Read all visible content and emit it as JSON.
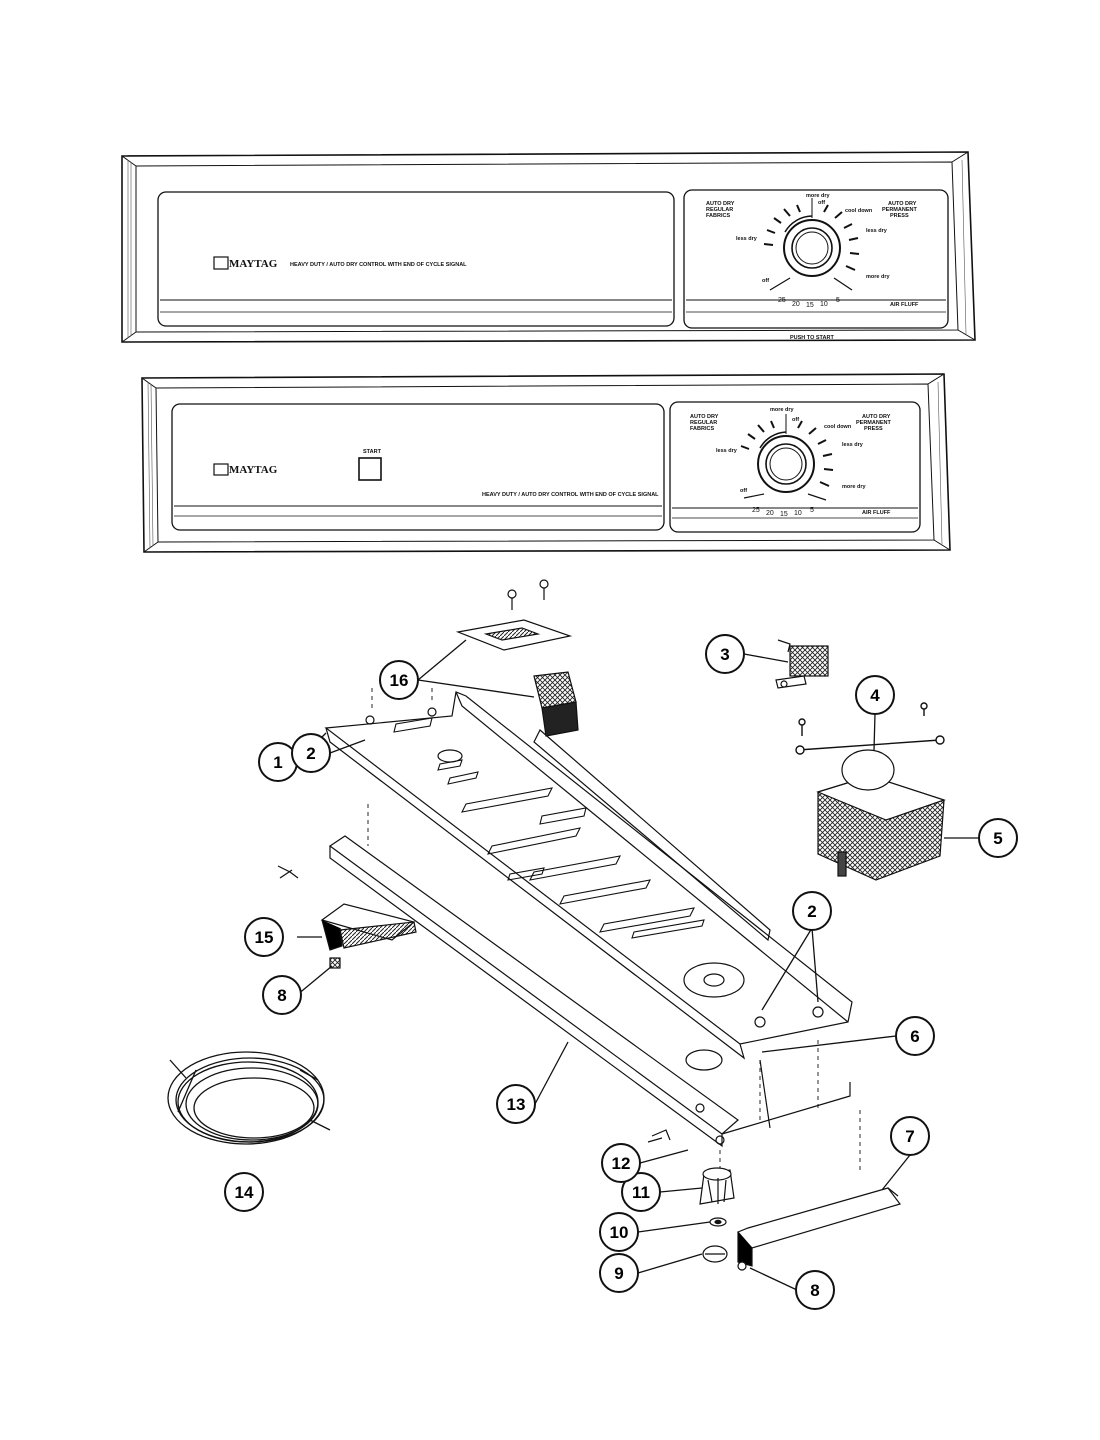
{
  "panel_top": {
    "brand": "MAYTAG",
    "model_text": "HEAVY DUTY / AUTO DRY CONTROL WITH END OF CYCLE SIGNAL",
    "left_cycle_label": [
      "AUTO DRY",
      "REGULAR",
      "FABRICS"
    ],
    "right_cycle_label": [
      "AUTO DRY",
      "PERMANENT",
      "PRESS"
    ],
    "dial_marks": [
      "less dry",
      "more dry",
      "off",
      "cool down",
      "less dry",
      "more dry"
    ],
    "time_marks": [
      "25",
      "20",
      "15",
      "10",
      "5"
    ],
    "off_label": "off",
    "air_fluff": "AIR FLUFF",
    "push_to_start": "PUSH TO START"
  },
  "panel_bottom": {
    "brand": "MAYTAG",
    "start_label": "START",
    "model_text": "HEAVY DUTY / AUTO DRY CONTROL WITH END OF CYCLE SIGNAL",
    "left_cycle_label": [
      "AUTO DRY",
      "REGULAR",
      "FABRICS"
    ],
    "right_cycle_label": [
      "AUTO DRY",
      "PERMANENT",
      "PRESS"
    ],
    "dial_marks": [
      "less dry",
      "more dry",
      "off",
      "cool down",
      "less dry",
      "more dry"
    ],
    "time_marks": [
      "25",
      "20",
      "15",
      "10",
      "5"
    ],
    "off_label": "off",
    "air_fluff": "AIR FLUFF"
  },
  "callouts": [
    "1",
    "2",
    "3",
    "4",
    "5",
    "6",
    "7",
    "8",
    "9",
    "10",
    "11",
    "12",
    "13",
    "14",
    "15",
    "16",
    "2",
    "8"
  ]
}
